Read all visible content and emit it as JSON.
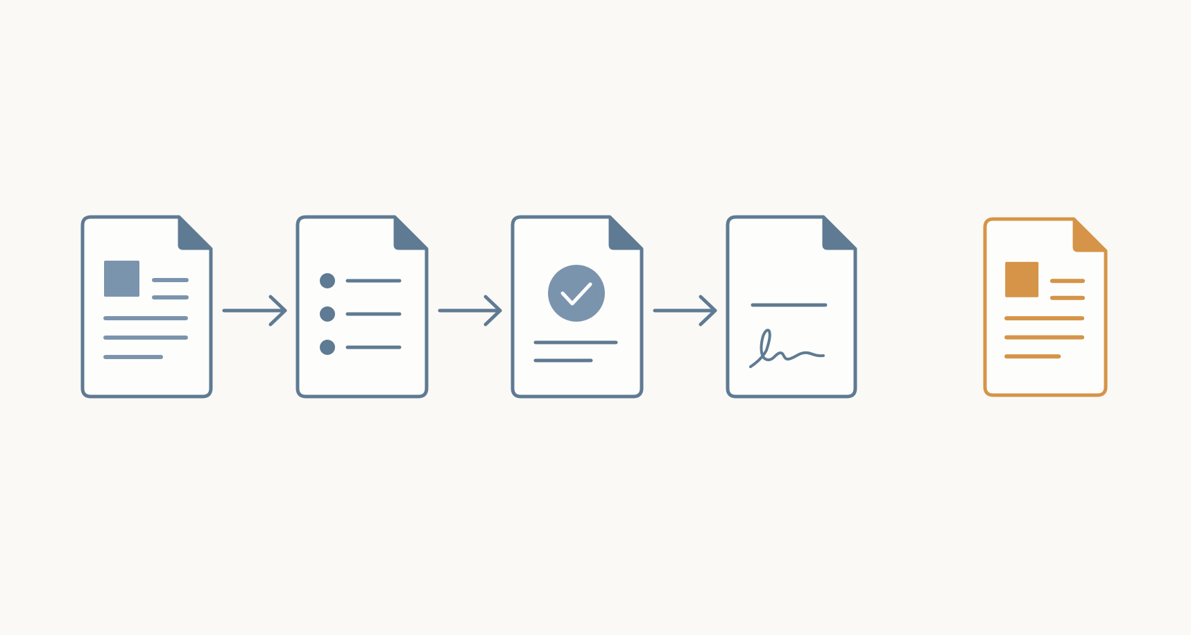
{
  "theme": {
    "background": "#faf9f6",
    "primary": "#5f7a93",
    "primary_fill": "#7b94ad",
    "accent": "#d59448",
    "accent_fill": "#d59448",
    "page_fill": "#fdfdfb"
  },
  "steps": [
    {
      "icon": "document-layout-icon",
      "content": "layout",
      "color": "primary"
    },
    {
      "icon": "document-list-icon",
      "content": "list",
      "color": "primary"
    },
    {
      "icon": "document-check-icon",
      "content": "check",
      "color": "primary"
    },
    {
      "icon": "document-signature-icon",
      "content": "signature",
      "color": "primary"
    },
    {
      "icon": "document-layout-icon",
      "content": "layout",
      "color": "accent"
    }
  ],
  "connectors": [
    {
      "from": 1,
      "to": 2,
      "icon": "arrow-right-icon"
    },
    {
      "from": 2,
      "to": 3,
      "icon": "arrow-right-icon"
    },
    {
      "from": 3,
      "to": 4,
      "icon": "arrow-right-icon"
    }
  ]
}
